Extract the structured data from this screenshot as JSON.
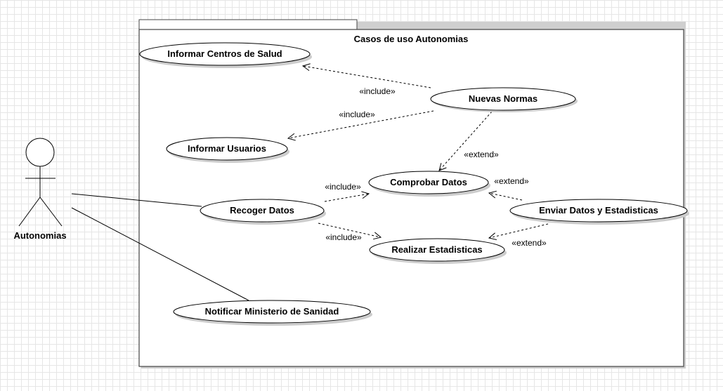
{
  "package": {
    "title": "Casos de uso Autonomias"
  },
  "actor": {
    "name": "Autonomias"
  },
  "use_cases": {
    "informar_centros": "Informar Centros de Salud",
    "nuevas_normas": "Nuevas Normas",
    "informar_usuarios": "Informar Usuarios",
    "comprobar_datos": "Comprobar Datos",
    "recoger_datos": "Recoger Datos",
    "enviar_datos": "Enviar Datos y Estadisticas",
    "realizar_estadisticas": "Realizar Estadisticas",
    "notificar_ministerio": "Notificar Ministerio de Sanidad"
  },
  "relations": {
    "include_1": "«include»",
    "include_2": "«include»",
    "include_3": "«include»",
    "include_4": "«include»",
    "extend_1": "«extend»",
    "extend_2": "«extend»",
    "extend_3": "«extend»"
  },
  "colors": {
    "stroke": "#000000",
    "shadow": "#cccccc",
    "fill": "#ffffff",
    "grid": "#e6e6e6"
  }
}
